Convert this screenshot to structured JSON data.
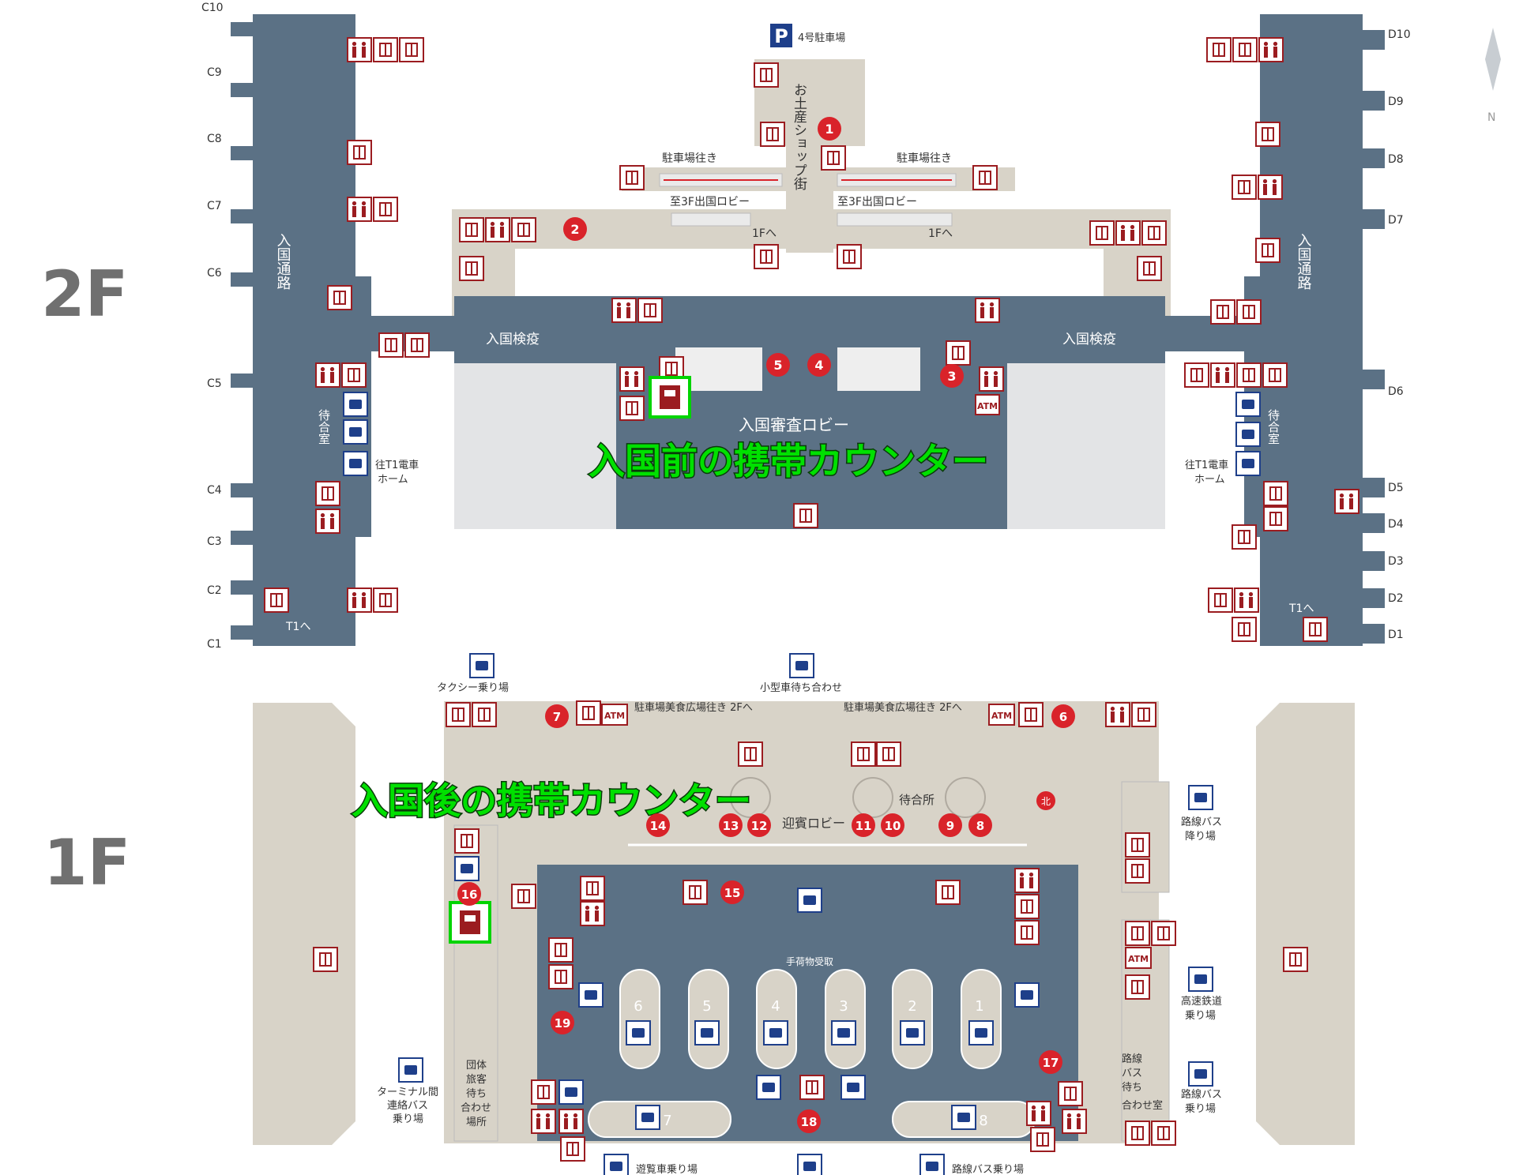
{
  "floors": {
    "upper": "2F",
    "lower": "1F"
  },
  "gates_c": [
    "C10",
    "C9",
    "C8",
    "C7",
    "C6",
    "C5",
    "C4",
    "C3",
    "C2",
    "C1"
  ],
  "gates_d": [
    "D10",
    "D9",
    "D8",
    "D7",
    "D6",
    "D5",
    "D4",
    "D3",
    "D2",
    "D1"
  ],
  "compass": {
    "north": "N"
  },
  "upper": {
    "parking": {
      "symbol": "P",
      "label": "4号駐車場"
    },
    "shop_street": "お土産ショップ街",
    "to_parking_left": "駐車場往き",
    "to_parking_right": "駐車場往き",
    "to_departure_left": "至3F出国ロビー",
    "to_departure_right": "至3F出国ロビー",
    "to_1f_left": "1Fへ",
    "to_1f_right": "1Fへ",
    "arrival_corridor_left": "入国通路",
    "arrival_corridor_right": "入国通路",
    "quarantine_left": "入国検疫",
    "quarantine_right": "入国検疫",
    "immigration_lobby": "入国審査ロビー",
    "waiting_room_left": "待合室",
    "waiting_room_right": "待合室",
    "t1_train_left": [
      "往T1電車",
      "ホーム"
    ],
    "t1_train_right": [
      "往T1電車",
      "ホーム"
    ],
    "to_t1_left": "T1へ",
    "to_t1_right": "T1へ",
    "atm": "ATM",
    "numbers": [
      "1",
      "2",
      "3",
      "4",
      "5"
    ]
  },
  "lower": {
    "taxi": "タクシー乗り場",
    "small_car": "小型車待ち合わせ",
    "food_left": "駐車場美食広場往き  2Fへ",
    "food_right": "駐車場美食広場往き  2Fへ",
    "waiting_place": "待合所",
    "greeting_lobby": "迎賓ロビー",
    "baggage_claim": "手荷物受取",
    "route_bus_drop": [
      "路線バス",
      "降り場"
    ],
    "express_rail": [
      "高速鉄道",
      "乗り場"
    ],
    "route_bus_board": [
      "路線バス",
      "乗り場"
    ],
    "terminal_bus": [
      "ターミナル間",
      "連絡バス",
      "乗り場"
    ],
    "group_waiting": [
      "団体",
      "旅客",
      "待ち",
      "合わせ",
      "場所"
    ],
    "bus_waiting": [
      "路線",
      "バス",
      "待ち",
      "合わせ室"
    ],
    "sightseeing_bus": "遊覧車乗り場",
    "route_bus_bottom": "路線バス乗り場",
    "carousels": [
      "6",
      "5",
      "4",
      "3",
      "2",
      "1"
    ],
    "carousel_extra": [
      "7",
      "8"
    ],
    "atm": "ATM",
    "north_badge": "北",
    "numbers": [
      "6",
      "7",
      "8",
      "9",
      "10",
      "11",
      "12",
      "13",
      "14",
      "15",
      "16",
      "17",
      "18",
      "19"
    ]
  },
  "annotations": {
    "before_entry": "入国前の携帯カウンター",
    "after_entry": "入国後の携帯カウンター"
  },
  "colors": {
    "terminal": "#8a9db0",
    "concourse": "#5b7185",
    "beige": "#d8d3c8",
    "marker": "#d9232a",
    "highlight": "#00e000"
  }
}
